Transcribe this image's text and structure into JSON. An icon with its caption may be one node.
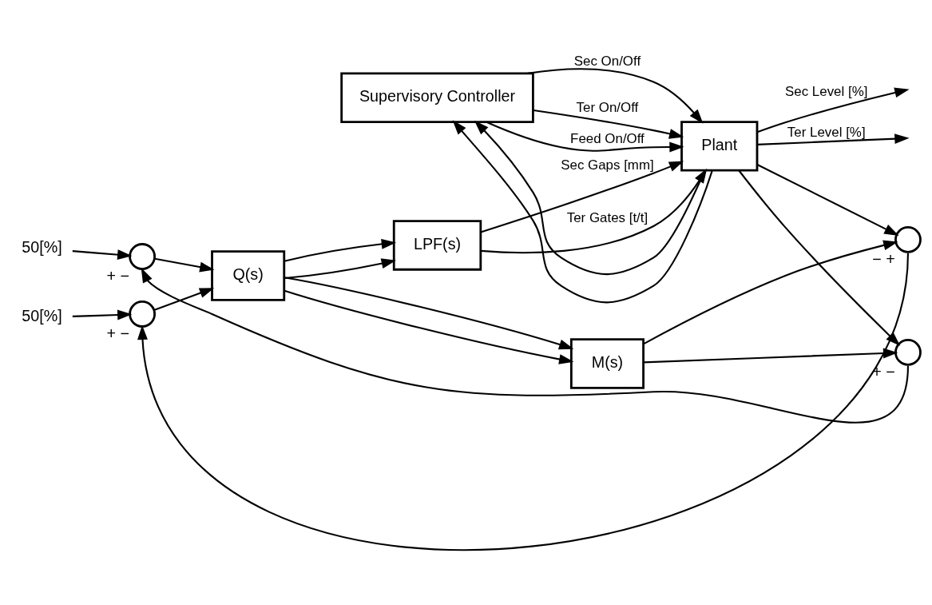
{
  "diagram": {
    "nodes": [
      {
        "text": [
          "50[%]"
        ]
      },
      {
        "text": [
          "50[%]"
        ]
      },
      {
        "text": [],
        "shape": "circle",
        "beside": [
          "+",
          "−"
        ]
      },
      {
        "text": [],
        "shape": "circle",
        "beside": [
          "+",
          "−"
        ]
      },
      {
        "text": [
          "Supervisory Controller"
        ]
      },
      {
        "text": [
          "Q(s)"
        ]
      },
      {
        "text": [
          "LPF(s)"
        ]
      },
      {
        "text": [
          "Plant"
        ]
      },
      {
        "text": [
          "M(s)"
        ]
      },
      {
        "text": [],
        "shape": "circle",
        "beside": [
          "+",
          "−"
        ]
      },
      {
        "text": [],
        "shape": "circle",
        "beside": [
          "−",
          "+"
        ]
      }
    ],
    "edges": [
      {
        "from": 0,
        "to": 2,
        "arrow": "to"
      },
      {
        "from": 1,
        "to": 3,
        "arrow": "to"
      },
      {
        "from": 2,
        "to": 5,
        "arrow": "to"
      },
      {
        "from": 3,
        "to": 5,
        "arrow": "to"
      },
      {
        "from": 5,
        "to": 6,
        "arrow": "to"
      },
      {
        "from": 5,
        "to": 6,
        "arrow": "to"
      },
      {
        "from": 5,
        "to": 8,
        "arrow": "to"
      },
      {
        "from": 5,
        "to": 8,
        "arrow": "to"
      },
      {
        "from": 4,
        "to": 7,
        "label": "Feed On/Off",
        "arrow": "to"
      },
      {
        "from": 4,
        "to": 7,
        "label": "Sec On/Off",
        "arrow": "to"
      },
      {
        "from": 4,
        "to": 7,
        "label": "Ter On/Off",
        "arrow": "to"
      },
      {
        "from": 6,
        "to": 7,
        "label": "Sec Gaps [mm]",
        "arrow": "to"
      },
      {
        "from": 6,
        "to": 7,
        "label": "Ter Gates [t/t]",
        "arrow": "to"
      },
      {
        "from": 7,
        "to": null,
        "label": "Sec Level [%]",
        "arrow": "to"
      },
      {
        "from": 7,
        "to": null,
        "label": "Ter Level [%]",
        "arrow": "to"
      },
      {
        "from": 7,
        "to": 4,
        "arrow": "to"
      },
      {
        "from": 7,
        "to": 4,
        "arrow": "to"
      },
      {
        "from": 7,
        "to": 9,
        "arrow": "to"
      },
      {
        "from": 7,
        "to": 10,
        "arrow": "to"
      },
      {
        "from": 8,
        "to": 9,
        "arrow": "to"
      },
      {
        "from": 8,
        "to": 10,
        "arrow": "to"
      },
      {
        "from": 9,
        "to": 2,
        "arrow": "to"
      },
      {
        "from": 10,
        "to": 3,
        "arrow": "to"
      }
    ]
  }
}
